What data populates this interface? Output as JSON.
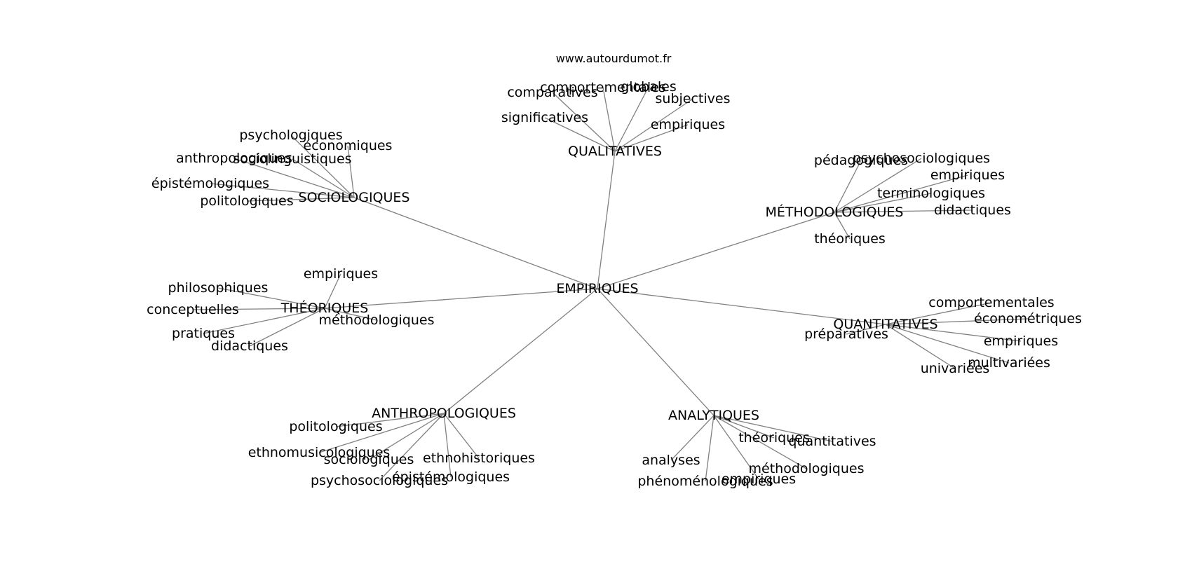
{
  "watermark": "www.autourdumot.fr",
  "root": "EMPIRIQUES",
  "branches": [
    {
      "label": "QUALITATIVES",
      "children": [
        "comparatives",
        "comportementales",
        "globales",
        "subjectives",
        "significatives",
        "empiriques"
      ]
    },
    {
      "label": "SOCIOLOGIQUES",
      "children": [
        "psychologiques",
        "économiques",
        "anthropologiques",
        "sociolinguistiques",
        "épistémologiques",
        "politologiques"
      ]
    },
    {
      "label": "MÉTHODOLOGIQUES",
      "children": [
        "pédagogiques",
        "psychosociologiques",
        "empiriques",
        "terminologiques",
        "didactiques",
        "théoriques"
      ]
    },
    {
      "label": "THÉORIQUES",
      "children": [
        "empiriques",
        "philosophiques",
        "conceptuelles",
        "méthodologiques",
        "pratiques",
        "didactiques"
      ]
    },
    {
      "label": "QUANTITATIVES",
      "children": [
        "comportementales",
        "économétriques",
        "préparatives",
        "empiriques",
        "multivariées",
        "univariées"
      ]
    },
    {
      "label": "ANTHROPOLOGIQUES",
      "children": [
        "politologiques",
        "ethnomusicologiques",
        "sociologiques",
        "ethnohistoriques",
        "épistémologiques",
        "psychosociologiques"
      ]
    },
    {
      "label": "ANALYTIQUES",
      "children": [
        "théoriques",
        "quantitatives",
        "analyses",
        "méthodologiques",
        "phénoménologiques",
        "empiriques"
      ]
    }
  ]
}
